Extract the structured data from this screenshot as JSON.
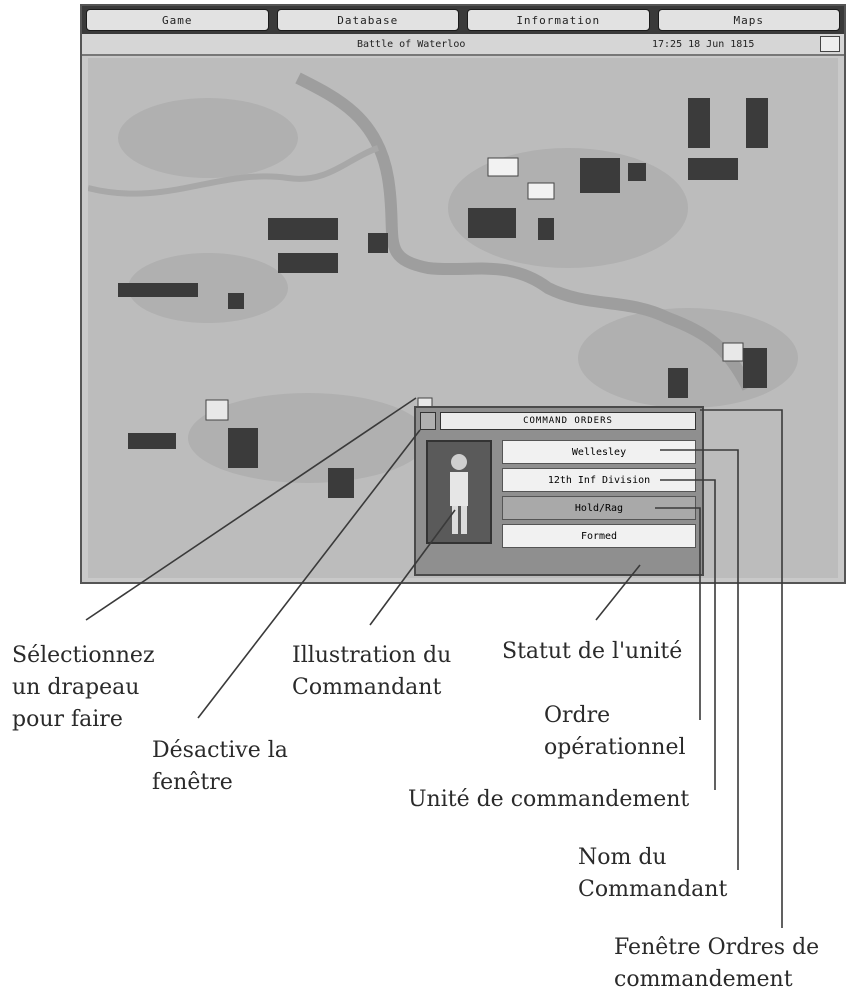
{
  "menu": {
    "items": [
      "Game",
      "Database",
      "Information",
      "Maps"
    ]
  },
  "title_bar": {
    "battle_name": "Battle of Waterloo",
    "datetime": "17:25 18 Jun 1815"
  },
  "command_window": {
    "title": "COMMAND ORDERS",
    "commander_name": "Wellesley",
    "command_unit": "12th Inf Division",
    "operational_order": "Hold/Rag",
    "unit_status": "Formed"
  },
  "captions": {
    "select_flag_l1": "Sélectionnez",
    "select_flag_l2": "un drapeau",
    "select_flag_l3": "pour faire",
    "toggle_window_l1": "Désactive la",
    "toggle_window_l2": "fenêtre",
    "commander_illustration_l1": "Illustration du",
    "commander_illustration_l2": "Commandant",
    "unit_status": "Statut de l'unité",
    "operational_order_l1": "Ordre",
    "operational_order_l2": "opérationnel",
    "command_unit": "Unité de commandement",
    "commander_name_l1": "Nom du",
    "commander_name_l2": "Commandant",
    "command_orders_window_l1": "Fenêtre Ordres de",
    "command_orders_window_l2": "commandement"
  },
  "colors": {
    "map_terrain": "#bcbcbc",
    "river": "#9e9e9e",
    "troops": "#3b3b3b",
    "leader_lines": "#3a3a3a"
  }
}
